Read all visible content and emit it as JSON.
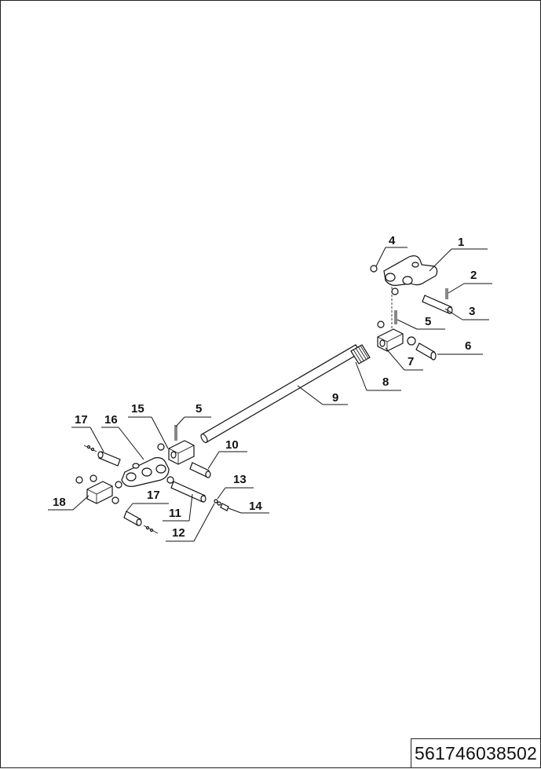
{
  "drawing": {
    "document_number": "561746038502",
    "callouts": [
      {
        "id": "callout-1",
        "label": "1"
      },
      {
        "id": "callout-2",
        "label": "2"
      },
      {
        "id": "callout-3",
        "label": "3"
      },
      {
        "id": "callout-4",
        "label": "4"
      },
      {
        "id": "callout-5a",
        "label": "5"
      },
      {
        "id": "callout-6",
        "label": "6"
      },
      {
        "id": "callout-7",
        "label": "7"
      },
      {
        "id": "callout-8",
        "label": "8"
      },
      {
        "id": "callout-9",
        "label": "9"
      },
      {
        "id": "callout-5b",
        "label": "5"
      },
      {
        "id": "callout-15",
        "label": "15"
      },
      {
        "id": "callout-16",
        "label": "16"
      },
      {
        "id": "callout-17a",
        "label": "17"
      },
      {
        "id": "callout-10",
        "label": "10"
      },
      {
        "id": "callout-13",
        "label": "13"
      },
      {
        "id": "callout-14",
        "label": "14"
      },
      {
        "id": "callout-17b",
        "label": "17"
      },
      {
        "id": "callout-11",
        "label": "11"
      },
      {
        "id": "callout-12",
        "label": "12"
      },
      {
        "id": "callout-18",
        "label": "18"
      }
    ]
  }
}
